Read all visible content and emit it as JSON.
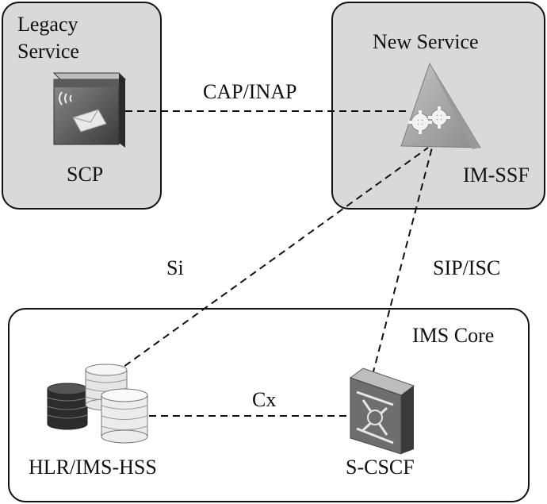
{
  "legacy": {
    "title_line1": "Legacy",
    "title_line2": "Service",
    "scp_label": "SCP"
  },
  "new_service": {
    "title": "New Service",
    "imssf_label": "IM-SSF"
  },
  "ims_core": {
    "title": "IMS Core",
    "hlr_label": "HLR/IMS-HSS",
    "scscf_label": "S-CSCF"
  },
  "links": {
    "cap_inap": "CAP/INAP",
    "si": "Si",
    "sip_isc": "SIP/ISC",
    "cx": "Cx"
  }
}
